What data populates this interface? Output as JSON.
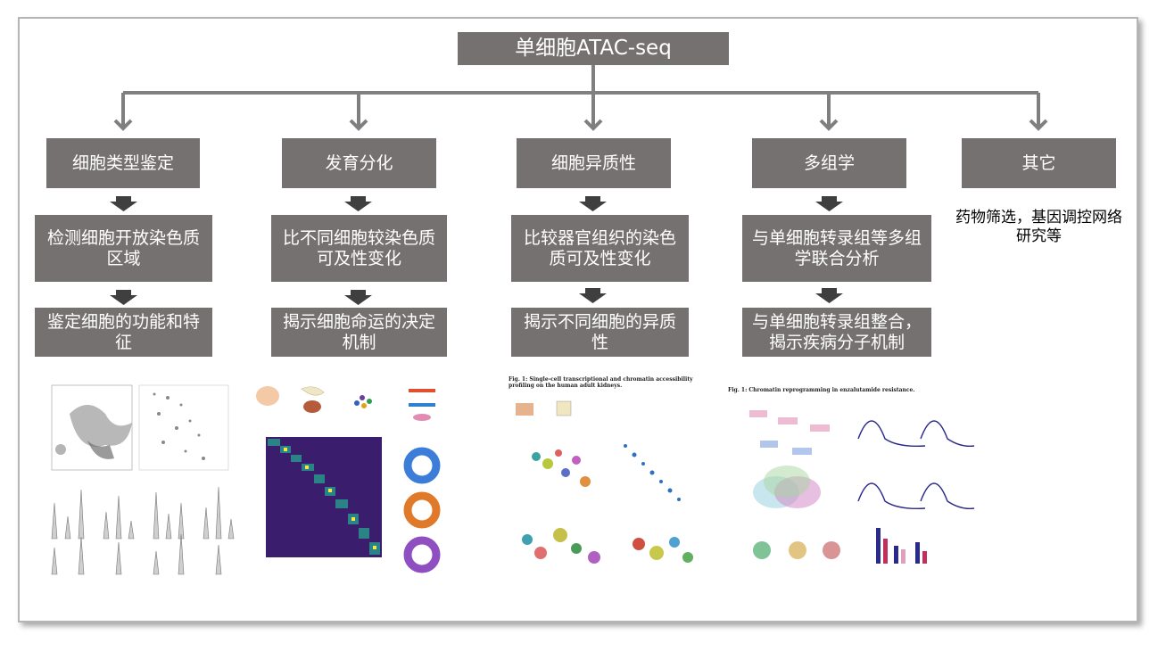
{
  "title": "单细胞ATAC-seq",
  "categories": [
    {
      "label": "细胞类型鉴定",
      "steps": [
        "检测细胞开放染色质区域",
        "鉴定细胞的功能和特征"
      ]
    },
    {
      "label": "发育分化",
      "steps": [
        "比不同细胞较染色质可及性变化",
        "揭示细胞命运的决定机制"
      ]
    },
    {
      "label": "细胞异质性",
      "steps": [
        "比较器官组织的染色质可及性变化",
        "揭示不同细胞的异质性"
      ]
    },
    {
      "label": "多组学",
      "steps": [
        "与单细胞转录组等多组学联合分析",
        "与单细胞转录组整合，揭示疾病分子机制"
      ]
    },
    {
      "label": "其它",
      "note": "药物筛选，基因调控网络研究等"
    }
  ],
  "figures": [
    {
      "name": "cell-type-figure"
    },
    {
      "name": "development-figure"
    },
    {
      "name": "heterogeneity-figure",
      "caption": "Fig. 1: Single-cell transcriptional and chromatin accessibility profiling on the human adult kidneys."
    },
    {
      "name": "multiomics-figure",
      "caption": "Fig. 1: Chromatin reprogramming in enzalutamide resistance."
    }
  ],
  "colors": {
    "box": "#767171",
    "connector": "#7f7f7f",
    "frame_border": "#b5b5b5",
    "box_text": "#ffffff"
  }
}
